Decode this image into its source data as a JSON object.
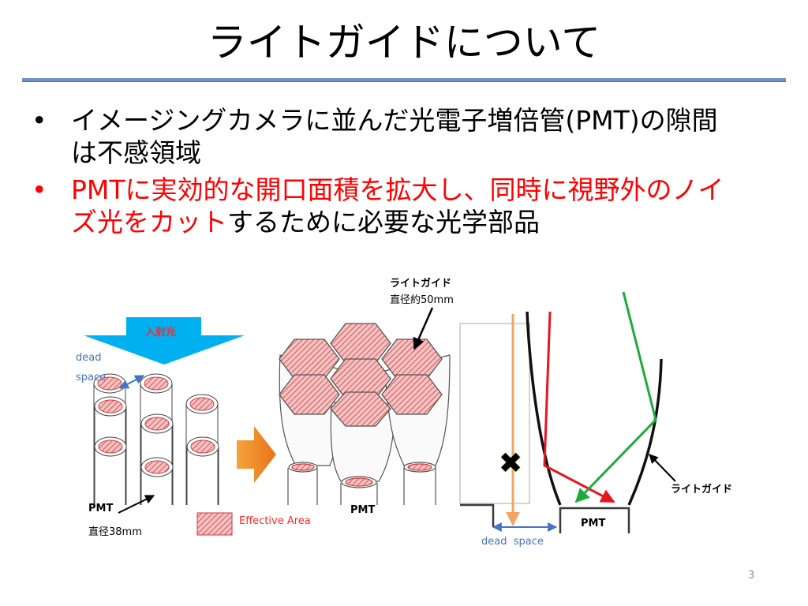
{
  "slide": {
    "title": "ライトガイドについて",
    "number": "3"
  },
  "bullets": [
    {
      "text": "イメージングカメラに並んだ光電子増倍管(PMT)の隙間は不感領域",
      "color": "#000000"
    },
    {
      "red_text": "PMTに実効的な開口面積を拡大し、同時に視野外のノイズ光をカット",
      "black_text": "するために必要な光学部品"
    }
  ],
  "figure_left": {
    "incident_label": "入射光",
    "dead_space_line1": "dead",
    "dead_space_line2": "space",
    "pmt_label": "PMT",
    "pmt_diameter": "直径38mm",
    "legend_label": "Effective Area"
  },
  "figure_middle": {
    "lightguide_label": "ライトガイド",
    "lightguide_diameter": "直径約50mm",
    "pmt_label": "PMT"
  },
  "figure_right": {
    "lightguide_label": "ライトガイド",
    "pmt_label": "PMT",
    "dead_space_label": "dead  space",
    "blocked_mark": "✖"
  },
  "colors": {
    "title_rule": "#6f93c8",
    "bullet_highlight": "#ff0000",
    "incident_arrow": "#00b0f0",
    "hatch_red": "#e03030",
    "orange_arrow": "#f08c1e",
    "ray_red": "#e8141e",
    "ray_green": "#1eaa3c",
    "ray_orange": "#f4a460",
    "dead_space_blue": "#4472c4"
  }
}
